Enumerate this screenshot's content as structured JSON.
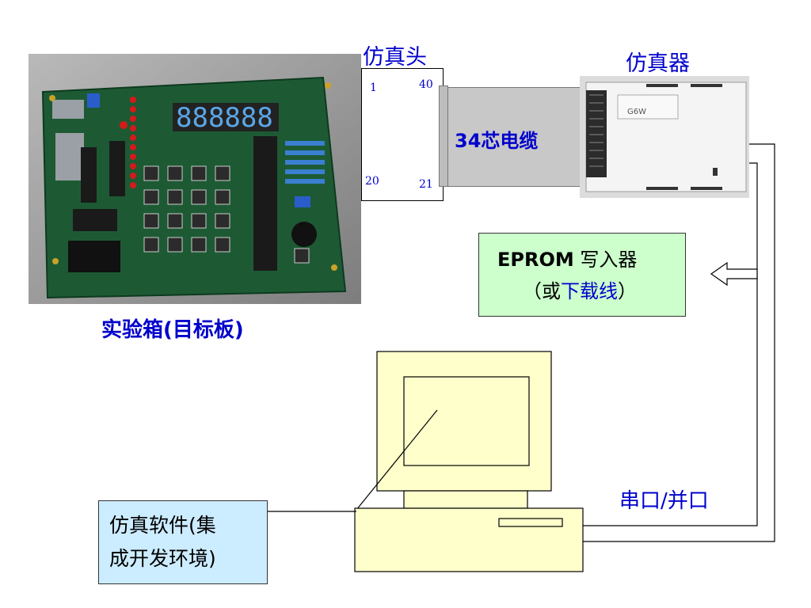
{
  "target_board": {
    "label": "实验箱(目标板)"
  },
  "emulator_head": {
    "title": "仿真头",
    "pins": {
      "top_left": "1",
      "top_right": "40",
      "bottom_left": "20",
      "bottom_right": "21"
    }
  },
  "cable": {
    "label": "34芯电缆"
  },
  "emulator": {
    "title": "仿真器",
    "label_model": "G6W"
  },
  "programmer": {
    "line1_bold": "EPROM",
    "line1_rest": " 写入器",
    "line2_open": "（或",
    "line2_blue": "下载线",
    "line2_close": "）"
  },
  "port": {
    "label": "串口/并口"
  },
  "software": {
    "line1": "仿真软件(集",
    "line2": "成开发环境)"
  },
  "colors": {
    "accent": "#0000cc",
    "programmer_fill": "#ccffcc",
    "software_fill": "#ccecff",
    "computer_fill": "#ffffcc"
  }
}
